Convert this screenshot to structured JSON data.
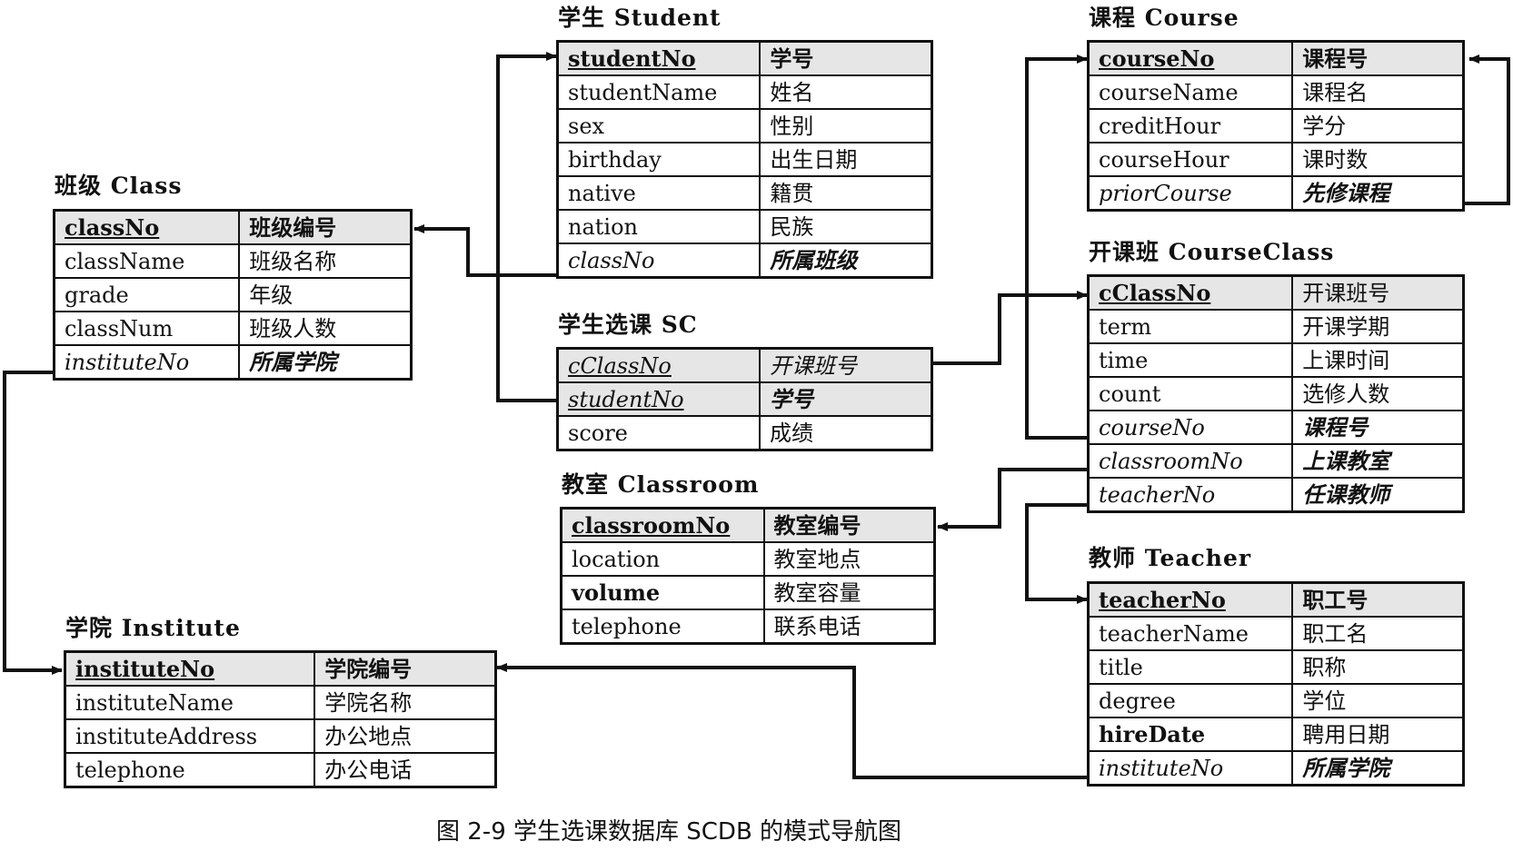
{
  "tables": {
    "student": {
      "title": "学生 Student",
      "rows": [
        [
          "studentNo",
          "学号"
        ],
        [
          "studentName",
          "姓名"
        ],
        [
          "sex",
          "性别"
        ],
        [
          "birthday",
          "出生日期"
        ],
        [
          "native",
          "籍贯"
        ],
        [
          "nation",
          "民族"
        ],
        [
          "classNo",
          "所属班级"
        ]
      ]
    },
    "course": {
      "title": "课程 Course",
      "rows": [
        [
          "courseNo",
          "课程号"
        ],
        [
          "courseName",
          "课程名"
        ],
        [
          "creditHour",
          "学分"
        ],
        [
          "courseHour",
          "课时数"
        ],
        [
          "priorCourse",
          "先修课程"
        ]
      ]
    },
    "class": {
      "title": "班级 Class",
      "rows": [
        [
          "classNo",
          "班级编号"
        ],
        [
          "className",
          "班级名称"
        ],
        [
          "grade",
          "年级"
        ],
        [
          "classNum",
          "班级人数"
        ],
        [
          "instituteNo",
          "所属学院"
        ]
      ]
    },
    "sc": {
      "title": "学生选课 SC",
      "rows": [
        [
          "cClassNo",
          "开课班号"
        ],
        [
          "studentNo",
          "学号"
        ],
        [
          "score",
          "成绩"
        ]
      ]
    },
    "courseclass": {
      "title": "开课班 CourseClass",
      "rows": [
        [
          "cClassNo",
          "开课班号"
        ],
        [
          "term",
          "开课学期"
        ],
        [
          "time",
          "上课时间"
        ],
        [
          "count",
          "选修人数"
        ],
        [
          "courseNo",
          "课程号"
        ],
        [
          "classroomNo",
          "上课教室"
        ],
        [
          "teacherNo",
          "任课教师"
        ]
      ]
    },
    "classroom": {
      "title": "教室 Classroom",
      "rows": [
        [
          "classroomNo",
          "教室编号"
        ],
        [
          "location",
          "教室地点"
        ],
        [
          "volume",
          "教室容量"
        ],
        [
          "telephone",
          "联系电话"
        ]
      ]
    },
    "teacher": {
      "title": "教师 Teacher",
      "rows": [
        [
          "teacherNo",
          "职工号"
        ],
        [
          "teacherName",
          "职工名"
        ],
        [
          "title",
          "职称"
        ],
        [
          "degree",
          "学位"
        ],
        [
          "hireDate",
          "聘用日期"
        ],
        [
          "instituteNo",
          "所属学院"
        ]
      ]
    },
    "institute": {
      "title": "学院 Institute",
      "rows": [
        [
          "instituteNo",
          "学院编号"
        ],
        [
          "instituteName",
          "学院名称"
        ],
        [
          "instituteAddress",
          "办公地点"
        ],
        [
          "telephone",
          "办公电话"
        ]
      ]
    }
  },
  "caption": "图 2-9    学生选课数据库 SCDB 的模式导航图"
}
